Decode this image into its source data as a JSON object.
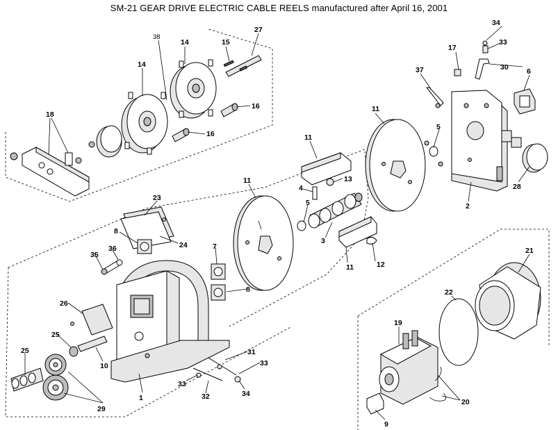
{
  "title": "SM-21 GEAR DRIVE ELECTRIC CABLE REELS manufactured after April 16, 2001",
  "callouts": {
    "c1": "1",
    "c2": "2",
    "c3": "3",
    "c4": "4",
    "c5a": "5",
    "c5b": "5",
    "c6": "6",
    "c7": "7",
    "c8a": "8",
    "c8b": "8",
    "c9": "9",
    "c10": "10",
    "c11a": "11",
    "c11b": "11",
    "c11c": "11",
    "c11d": "11",
    "c12": "12",
    "c13": "13",
    "c14a": "14",
    "c14b": "14",
    "c15": "15",
    "c16a": "16",
    "c16b": "16",
    "c17": "17",
    "c18": "18",
    "c19": "19",
    "c20": "20",
    "c21": "21",
    "c22": "22",
    "c23": "23",
    "c24": "24",
    "c25": "25",
    "c26": "26",
    "c27": "27",
    "c28": "28",
    "c29": "29",
    "c30": "30",
    "c31": "31",
    "c32": "32",
    "c33a": "33",
    "c33b": "33",
    "c33c": "33",
    "c34a": "34",
    "c34b": "34",
    "c35": "35",
    "c36": "36",
    "c37": "37",
    "c38": "38"
  }
}
